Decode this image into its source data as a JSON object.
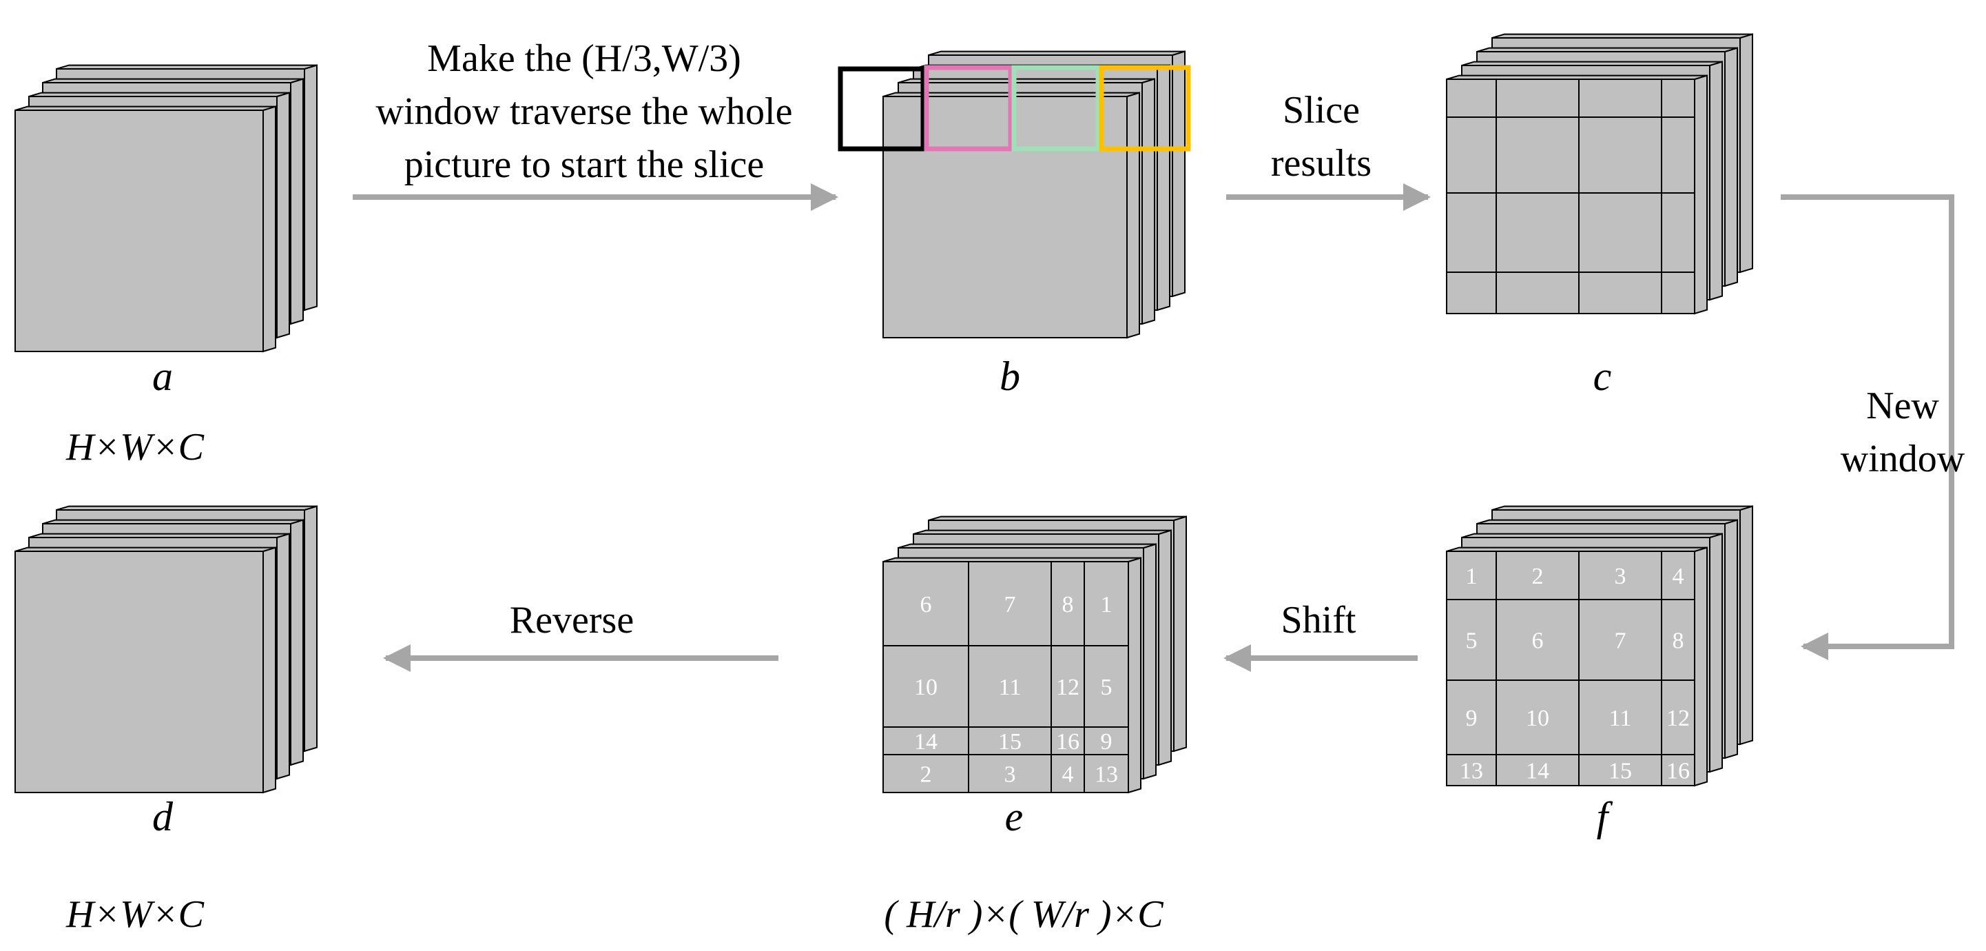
{
  "colors": {
    "face": "#c0c0c0",
    "edge": "#000000",
    "arrow": "#a6a6a6",
    "window_black": "#000000",
    "window_pink": "#e377b5",
    "window_green": "#9fe0b8",
    "window_orange": "#ffc000",
    "cell_number": "#ffffff"
  },
  "labels": {
    "a": "a",
    "b": "b",
    "c": "c",
    "d": "d",
    "e": "e",
    "f": "f"
  },
  "dims": {
    "a": "H×W×C",
    "d": "H×W×C",
    "e": "( H/r )×( W/r )×C"
  },
  "arrows": {
    "a_to_b": [
      "Make the (H/3,W/3)",
      "window traverse the whole",
      "picture to start the slice"
    ],
    "b_to_c": [
      "Slice",
      "results"
    ],
    "c_to_f": [
      "New",
      "window"
    ],
    "f_to_e": [
      "Shift"
    ],
    "e_to_d": [
      "Reverse"
    ]
  },
  "grid_f": {
    "rows": [
      [
        "1",
        "2",
        "3",
        "4"
      ],
      [
        "5",
        "6",
        "7",
        "8"
      ],
      [
        "9",
        "10",
        "11",
        "12"
      ],
      [
        "13",
        "14",
        "15",
        "16"
      ]
    ]
  },
  "grid_e": {
    "rows": [
      [
        "6",
        "7",
        "8",
        "1"
      ],
      [
        "10",
        "11",
        "12",
        "5"
      ],
      [
        "14",
        "15",
        "16",
        "9"
      ],
      [
        "2",
        "3",
        "4",
        "13"
      ]
    ]
  }
}
